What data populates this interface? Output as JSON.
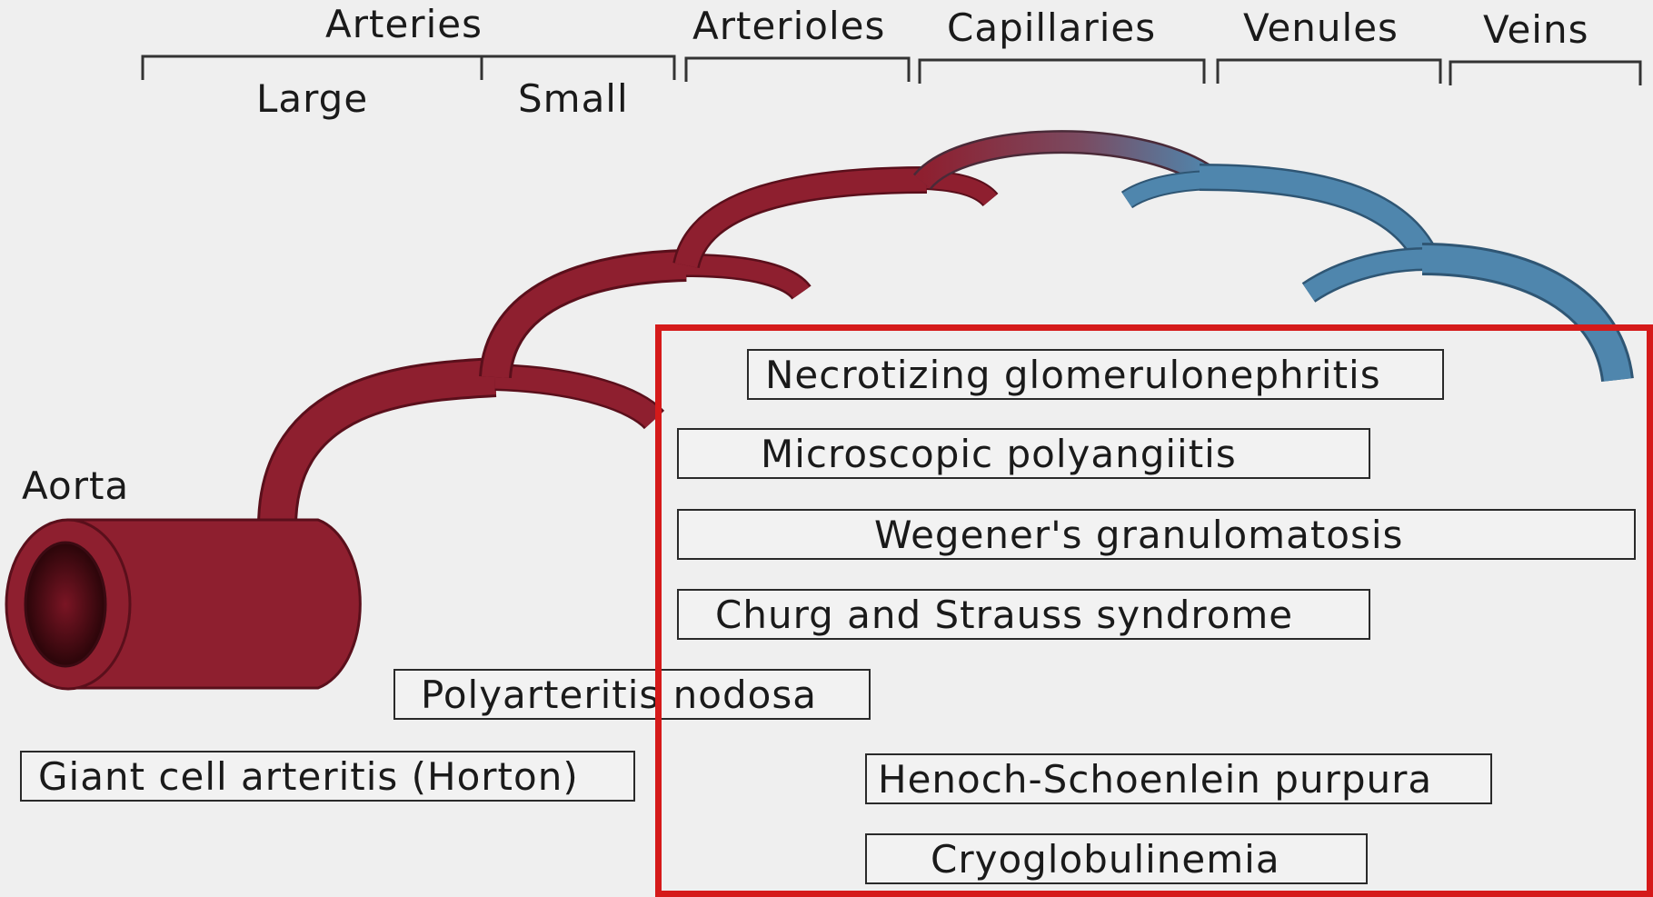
{
  "headers": {
    "arteries": "Arteries",
    "large": "Large",
    "small": "Small",
    "arterioles": "Arterioles",
    "capillaries": "Capillaries",
    "venules": "Venules",
    "veins": "Veins"
  },
  "aorta_label": "Aorta",
  "diseases": [
    "Necrotizing glomerulonephritis",
    "Microscopic polyangiitis",
    "Wegener's granulomatosis",
    "Churg and Strauss syndrome",
    "Polyarteritis nodosa",
    "Henoch-Schoenlein purpura",
    "Cryoglobulinemia",
    "Giant cell arteritis (Horton)"
  ],
  "colors": {
    "artery": "#8e1f2f",
    "artery_dark": "#5a0f1b",
    "vein": "#4f86ad",
    "highlight": "#d51a1a",
    "bracket": "#333333"
  }
}
